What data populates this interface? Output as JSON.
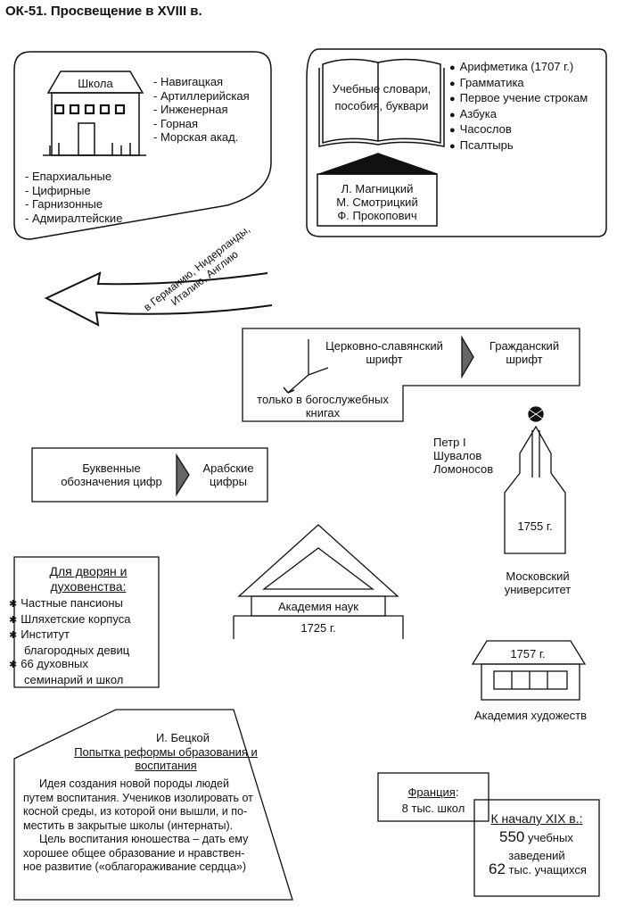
{
  "title": "ОК-51. Просвещение в XVIII в.",
  "school": {
    "label": "Школа",
    "types_right": [
      "- Навигацкая",
      "- Артиллерийская",
      "- Инженерная",
      "- Горная",
      "- Морская акад."
    ],
    "types_left": [
      "- Епархиальные",
      "- Цифирные",
      "- Гарнизонные",
      "- Адмиралтейские"
    ]
  },
  "arrow_text": {
    "line1": "в Германию, Нидерланды,",
    "line2": "Италию, Англию"
  },
  "books": {
    "book_line1": "Учебные словари,",
    "book_line2": "пособия, буквари",
    "list": [
      "Арифметика (1707 г.)",
      "Грамматика",
      "Первое учение строкам",
      "Азбука",
      "Часослов",
      "Псалтырь"
    ],
    "authors": [
      "Л. Магницкий",
      "М. Смотрицкий",
      "Ф. Прокопович"
    ]
  },
  "script": {
    "old_line1": "Церковно-славянский",
    "old_line2": "шрифт",
    "new_line1": "Гражданский",
    "new_line2": "шрифт",
    "note_line1": "только в богослужебных",
    "note_line2": "книгах"
  },
  "digits": {
    "from_line1": "Буквенные",
    "from_line2": "обозначения цифр",
    "to_line1": "Арабские",
    "to_line2": "цифры"
  },
  "university": {
    "people": [
      "Петр I",
      "Шувалов",
      "Ломоносов"
    ],
    "year": "1755 г.",
    "name_line1": "Московский",
    "name_line2": "университет"
  },
  "nobles": {
    "heading_line1": "Для дворян и",
    "heading_line2": "духовенства:",
    "items": [
      "Частные пансионы",
      "Шляхетские корпуса",
      "Институт",
      "благородных девиц",
      "66 духовных",
      "семинарий и школ"
    ]
  },
  "academy_sciences": {
    "name": "Академия наук",
    "year": "1725 г."
  },
  "academy_arts": {
    "year": "1757 г.",
    "name": "Академия художеств"
  },
  "betskoy": {
    "name": "И. Бецкой",
    "subtitle_line1": "Попытка реформы образования и",
    "subtitle_line2": "воспитания",
    "text": [
      "Идея создания новой породы людей",
      "путем воспитания. Учеников изолировать от",
      "косной среды, из которой они вышли, и по-",
      "местить в закрытые школы (интернаты).",
      "Цель воспитания юношества – дать ему",
      "хорошее общее образование и нравствен-",
      "ное развитие («облагораживание сердца»)"
    ]
  },
  "france": {
    "label": "Франция",
    "colon": ":",
    "value": "8 тыс. школ"
  },
  "xix": {
    "heading": "К началу XIX в.:",
    "num1": "550",
    "unit1_line1": "учебных",
    "unit1_line2": "заведений",
    "num2": "62",
    "unit2": "тыс. учащихся"
  }
}
